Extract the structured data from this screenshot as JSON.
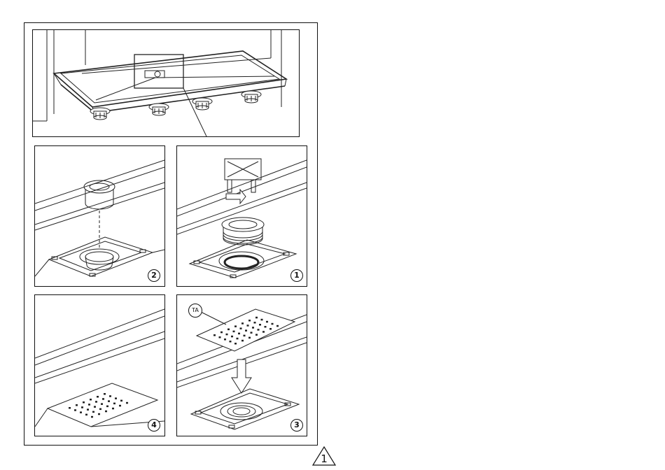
{
  "page": {
    "sheet_number": "1"
  },
  "overview": {
    "feet_count": 4
  },
  "steps": {
    "step1": "1",
    "step2": "2",
    "step3": "3",
    "step4": "4"
  },
  "labels": {
    "ta": "TA"
  },
  "icons": {
    "warning": "triangle-icon"
  }
}
